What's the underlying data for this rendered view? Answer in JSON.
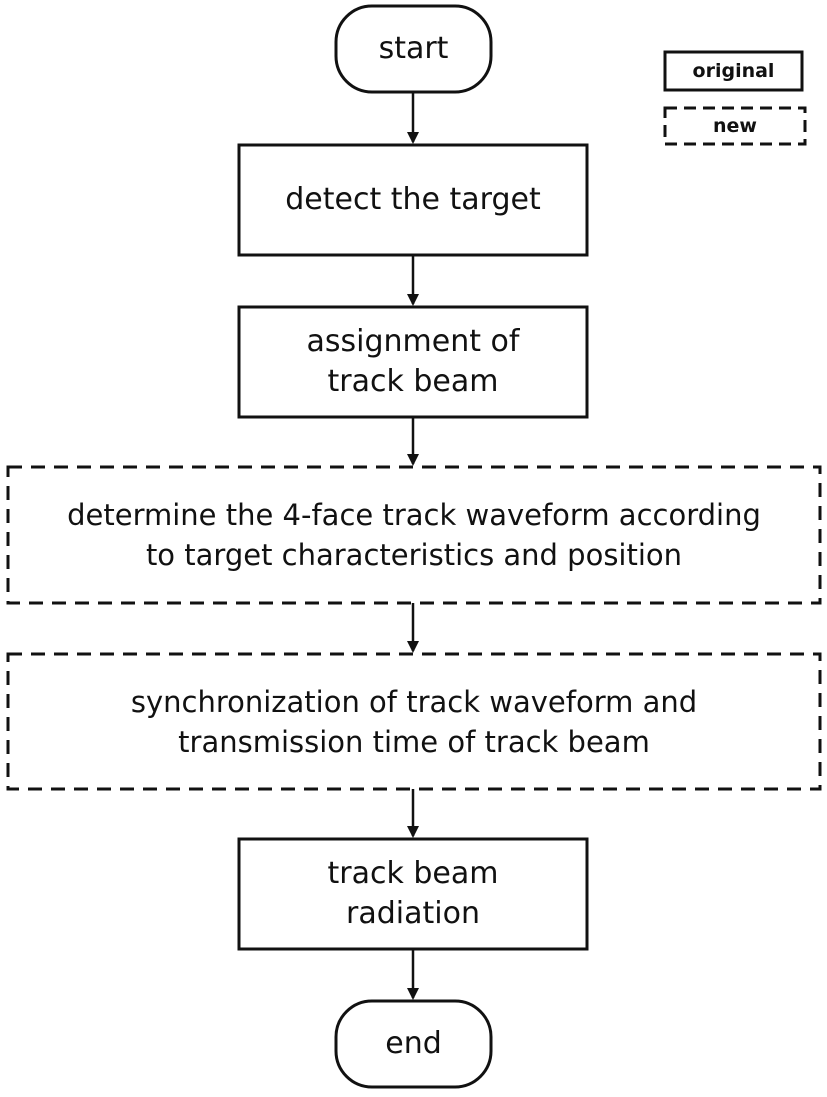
{
  "diagram": {
    "nodes": {
      "start": {
        "label": "start",
        "shape": "terminal",
        "style": "original"
      },
      "detect": {
        "label": "detect the target",
        "shape": "process",
        "style": "original"
      },
      "assign": {
        "label": "assignment of\ntrack beam",
        "shape": "process",
        "style": "original"
      },
      "determine": {
        "label": "determine the 4-face track waveform according\nto target characteristics and position",
        "shape": "process",
        "style": "new"
      },
      "sync": {
        "label": "synchronization of track waveform and\ntransmission time of track beam",
        "shape": "process",
        "style": "new"
      },
      "radiate": {
        "label": "track beam\nradiation",
        "shape": "process",
        "style": "original"
      },
      "end": {
        "label": "end",
        "shape": "terminal",
        "style": "original"
      }
    },
    "edges": [
      {
        "from": "start",
        "to": "detect"
      },
      {
        "from": "detect",
        "to": "assign"
      },
      {
        "from": "assign",
        "to": "determine"
      },
      {
        "from": "determine",
        "to": "sync"
      },
      {
        "from": "sync",
        "to": "radiate"
      },
      {
        "from": "radiate",
        "to": "end"
      }
    ]
  },
  "legend": {
    "original_label": "original",
    "new_label": "new"
  },
  "colors": {
    "stroke": "#111111",
    "background": "#ffffff"
  }
}
